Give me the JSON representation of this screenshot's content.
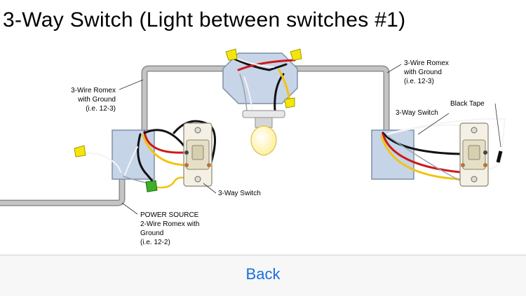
{
  "title": "3-Way Switch (Light between switches #1)",
  "labels": {
    "left_romex": [
      "3-Wire Romex",
      "with Ground",
      "(i.e. 12-3)"
    ],
    "right_romex": [
      "3-Wire Romex",
      "with Ground",
      "(i.e. 12-3)"
    ],
    "black_tape": "Black Tape",
    "right_switch": "3-Way Switch",
    "left_switch": "3-Way Switch",
    "power_source": [
      "POWER SOURCE",
      "2-Wire Romex with",
      "Ground",
      "(i.e. 12-2)"
    ]
  },
  "nav": {
    "back_label": "Back"
  },
  "colors": {
    "accent": "#1a6fe0",
    "conduit": "#b4b4b4",
    "box": "#c6d4e8",
    "wire_black": "#111111",
    "wire_red": "#cc1a1a",
    "wire_yellow": "#f1c40f",
    "wire_white": "#f4f4f4",
    "wire_nut_yellow": "#f4e60a",
    "wire_nut_green": "#3fae2a",
    "bulb": "#fff6c0"
  }
}
